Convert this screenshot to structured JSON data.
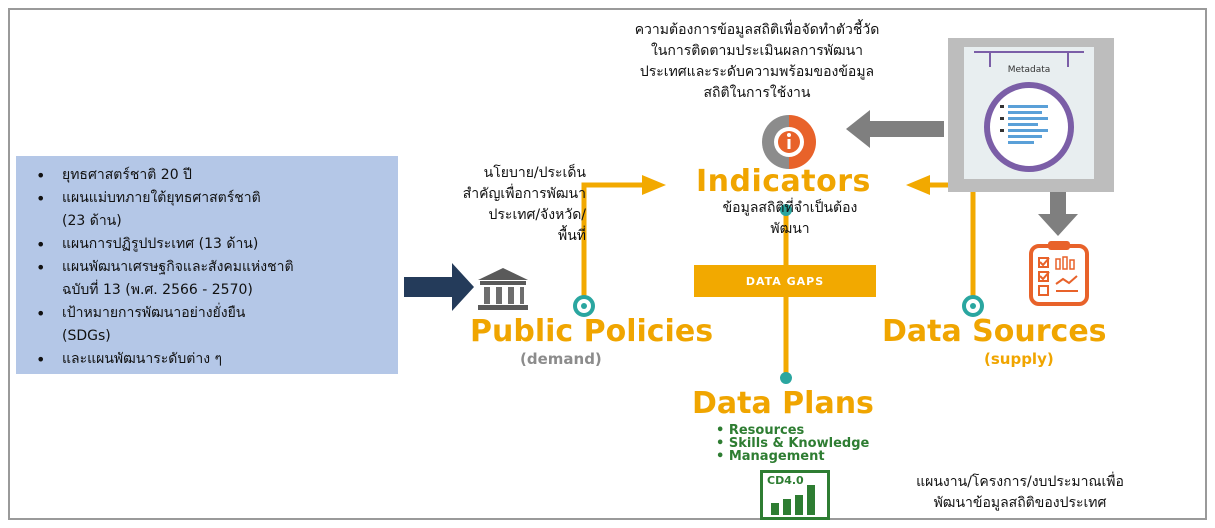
{
  "left_list": {
    "items": [
      {
        "line1": "ยุทธศาสตร์ชาติ 20 ปี",
        "line2": ""
      },
      {
        "line1": "แผนแม่บทภายใต้ยุทธศาสตร์ชาติ",
        "line2": "(23 ด้าน)"
      },
      {
        "line1": "แผนการปฏิรูปประเทศ (13 ด้าน)",
        "line2": ""
      },
      {
        "line1": "แผนพัฒนาเศรษฐกิจและสังคมแห่งชาติ",
        "line2": "ฉบับที่ 13 (พ.ศ. 2566 - 2570)"
      },
      {
        "line1": "เป้าหมายการพัฒนาอย่างยั่งยืน",
        "line2": "(SDGs)"
      },
      {
        "line1": "และแผนพัฒนาระดับต่าง ๆ",
        "line2": ""
      }
    ]
  },
  "top_note": [
    "ความต้องการข้อมูลสถิติเพื่อจัดทำตัวชี้วัด",
    "ในการติดตามประเมินผลการพัฒนา",
    "ประเทศและระดับความพร้อมของข้อมูล",
    "สถิติในการใช้งาน"
  ],
  "policy_note": [
    "นโยบาย/ประเด็น",
    "สำคัญเพื่อการพัฒนา",
    "ประเทศ/จังหวัด/",
    "พื้นที่"
  ],
  "indicators": {
    "title": "Indicators",
    "note": [
      "ข้อมูลสถิติที่จำเป็นต้อง",
      "พัฒนา"
    ]
  },
  "data_gaps": "DATA GAPS",
  "public_policies": {
    "title": "Public Policies",
    "sub": "(demand)"
  },
  "data_sources": {
    "title": "Data Sources",
    "sub": "(supply)"
  },
  "data_plans": {
    "title": "Data Plans",
    "items": [
      "Resources",
      "Skills & Knowledge",
      "Management"
    ]
  },
  "cd_badge": "CD4.0",
  "bottom_note": [
    "แผนงาน/โครงการ/งบประมาณเพื่อ",
    "พัฒนาข้อมูลสถิติของประเทศ"
  ],
  "metadata_label": "Metadata",
  "colors": {
    "orange": "#f2a900",
    "blue_box": "#b4c7e7",
    "navy_arrow": "#243b5a",
    "gray_arrow": "#7f7f7f",
    "teal": "#2aa6a0",
    "green": "#2e7d32",
    "red_orange": "#e8622a",
    "purple": "#7b5ea7"
  },
  "icons": [
    "government-building-icon",
    "info-icon",
    "metadata-document-icon",
    "checklist-clipboard-icon",
    "bar-chart-icon"
  ]
}
